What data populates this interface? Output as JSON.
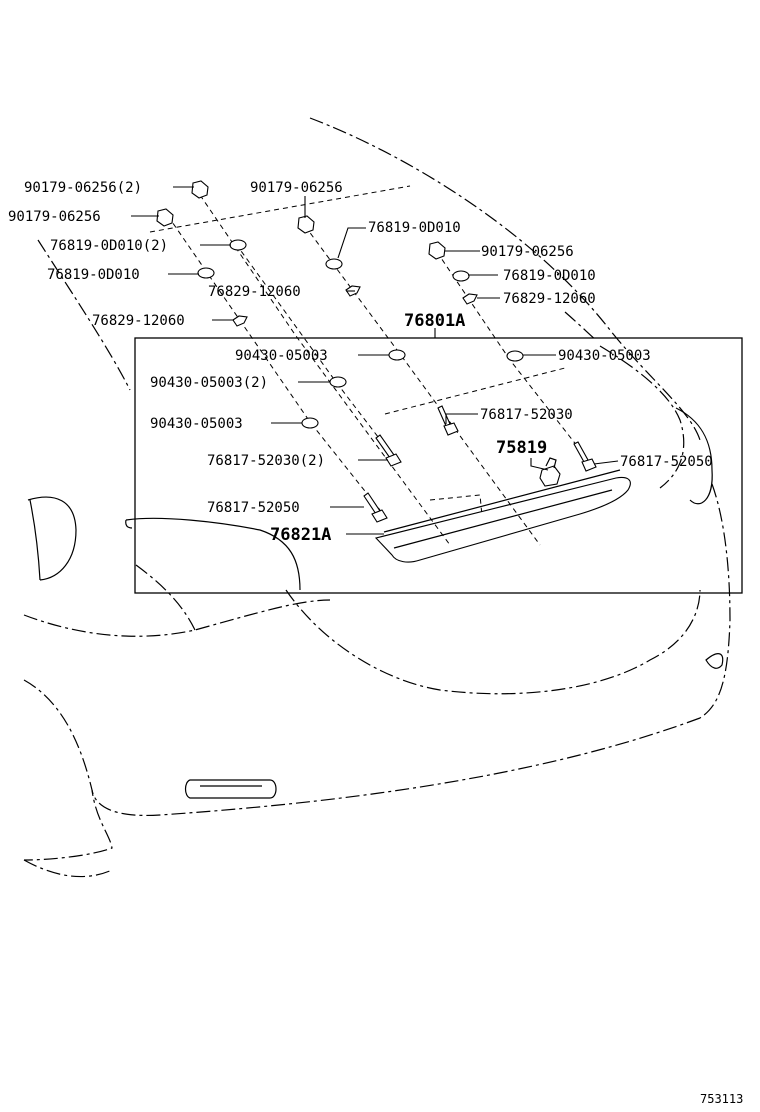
{
  "labels": {
    "p1": "90179-06256(2)",
    "p2": "90179-06256",
    "p3": "90179-06256",
    "p4": "76819-0D010(2)",
    "p5": "76819-0D010",
    "p6": "76829-12060",
    "p7": "76819-0D010",
    "p8": "76829-12060",
    "p9": "90179-06256",
    "p10": "76819-0D010",
    "p11": "76829-12060",
    "p12": "76801A",
    "p13": "90430-05003",
    "p14": "90430-05003",
    "p15": "90430-05003(2)",
    "p16": "76817-52030",
    "p17": "90430-05003",
    "p18": "75819",
    "p19": "76817-52030(2)",
    "p20": "76817-52050",
    "p21": "76817-52050",
    "p22": "76821A"
  },
  "reference_number": "753113"
}
